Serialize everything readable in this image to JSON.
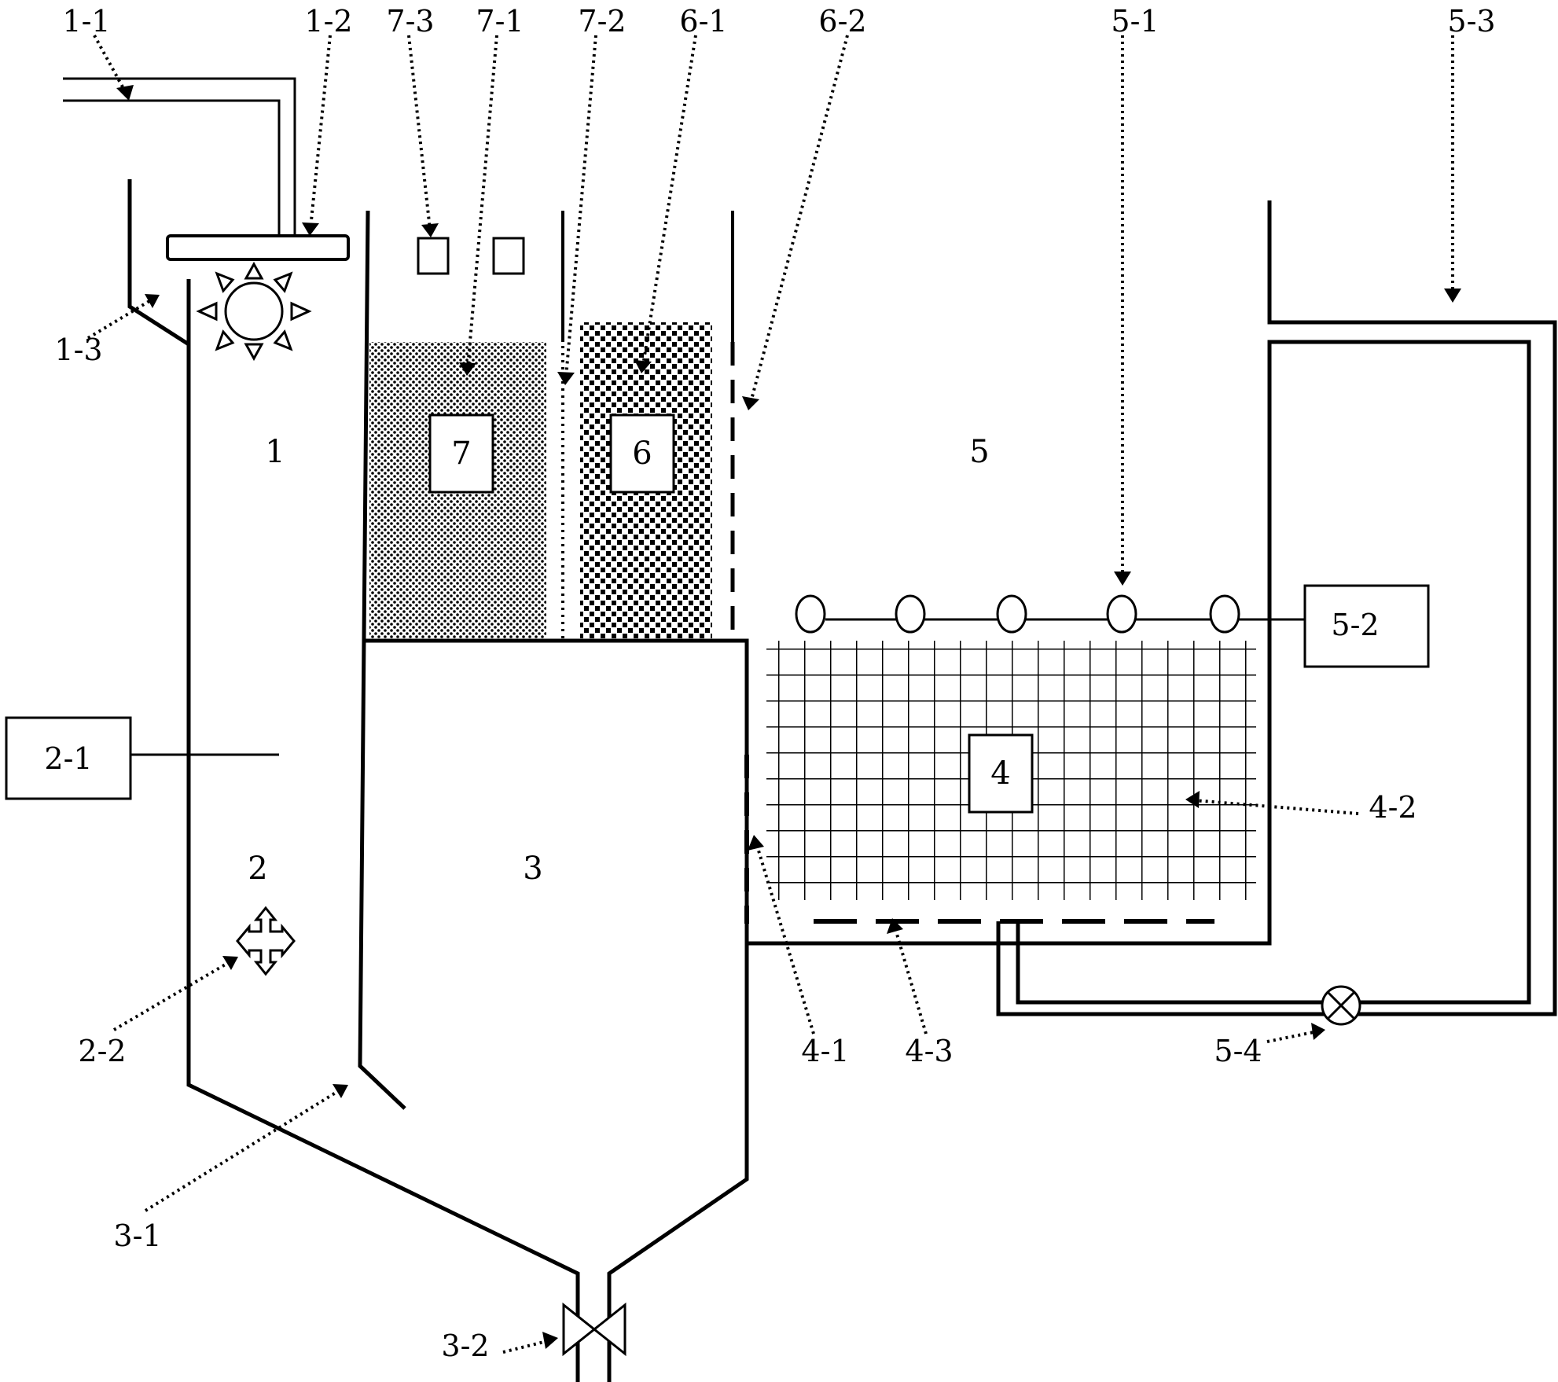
{
  "labels": {
    "l1_1": "1-1",
    "l1_2": "1-2",
    "l1_3": "1-3",
    "l7_3": "7-3",
    "l7_1": "7-1",
    "l7_2": "7-2",
    "l6_1": "6-1",
    "l6_2": "6-2",
    "l5_1": "5-1",
    "l5_3": "5-3",
    "l5_2": "5-2",
    "l5_4": "5-4",
    "l2_1": "2-1",
    "l2_2": "2-2",
    "l3_1": "3-1",
    "l3_2": "3-2",
    "l4_1": "4-1",
    "l4_2": "4-2",
    "l4_3": "4-3"
  },
  "zones": {
    "z1": "1",
    "z2": "2",
    "z3": "3",
    "z4": "4",
    "z5": "5",
    "z6": "6",
    "z7": "7"
  },
  "colors": {
    "stroke": "#000000",
    "background": "#ffffff"
  }
}
